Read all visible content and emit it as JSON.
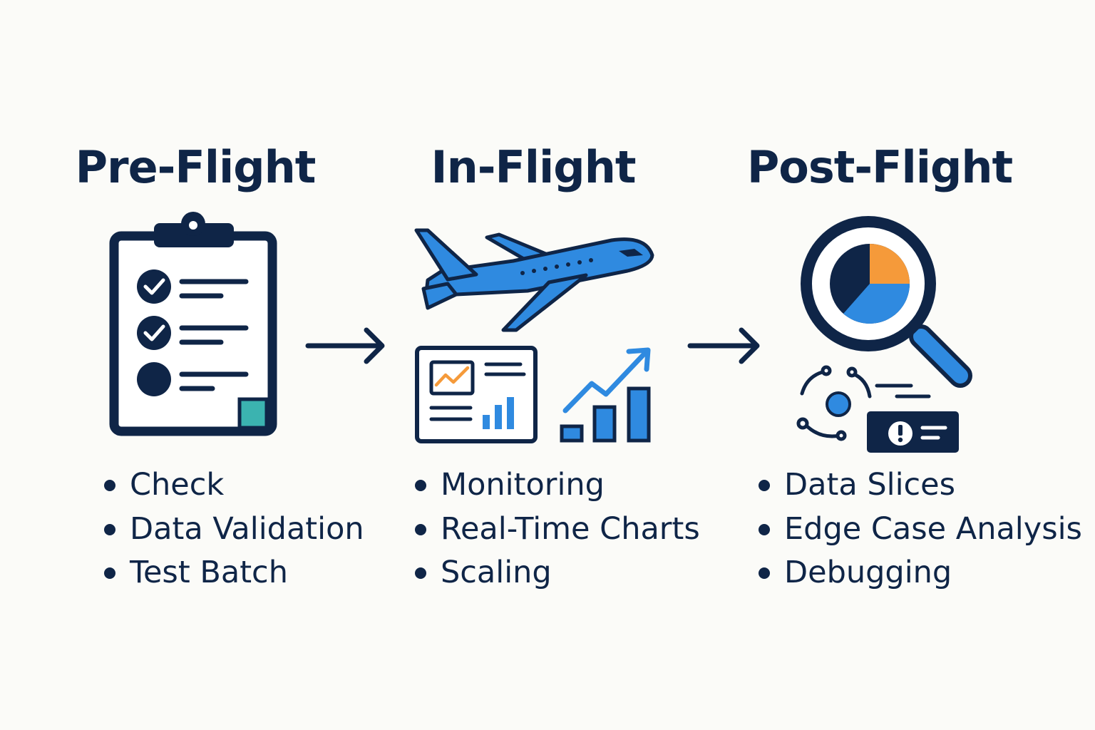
{
  "stages": [
    {
      "title": "Pre-Flight",
      "icon": "clipboard-checklist-icon",
      "items": [
        "Check",
        "Data Validation",
        "Test Batch"
      ]
    },
    {
      "title": "In-Flight",
      "icon": "airplane-icon",
      "items": [
        "Monitoring",
        "Real-Time Charts",
        "Scaling"
      ]
    },
    {
      "title": "Post-Flight",
      "icon": "magnifier-pie-chart-icon",
      "items": [
        "Data Slices",
        "Edge Case Analysis",
        "Debugging"
      ]
    }
  ],
  "colors": {
    "navy": "#0f2547",
    "blue": "#2f8ae0",
    "orange": "#f59a3a",
    "teal": "#3bb3b0",
    "background": "#fbfbf8"
  }
}
